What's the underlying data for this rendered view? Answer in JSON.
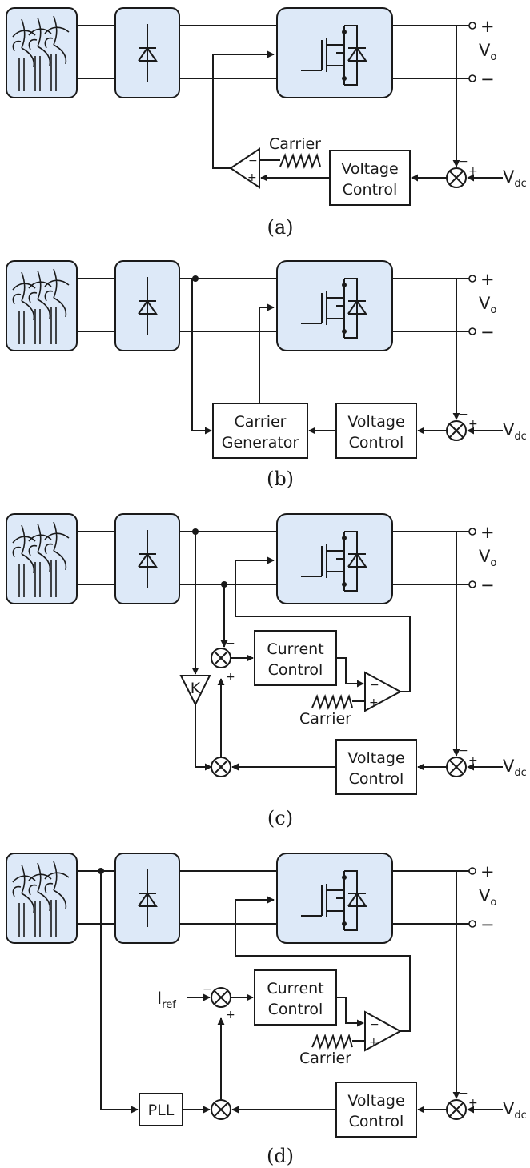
{
  "colors": {
    "block_fill": "#dde9f8",
    "line": "#1a1a1a"
  },
  "icons": [
    "wind-turbine-icon",
    "diode-rectifier-icon",
    "mosfet-converter-icon",
    "summing-junction-icon",
    "multiplier-icon",
    "comparator-icon",
    "gain-block-icon",
    "carrier-wave-icon"
  ],
  "terminals": {
    "plus": "+",
    "minus": "−",
    "vo_main": "V",
    "vo_sub": "o",
    "vdc_main": "V",
    "vdc_sub": "dc"
  },
  "signs": {
    "plus": "+",
    "minus": "−"
  },
  "panels": [
    {
      "caption": "(a)",
      "carrier": "Carrier",
      "voltage_control": [
        "Voltage",
        "Control"
      ]
    },
    {
      "caption": "(b)",
      "carrier_generator": [
        "Carrier",
        "Generator"
      ],
      "voltage_control": [
        "Voltage",
        "Control"
      ]
    },
    {
      "caption": "(c)",
      "current_control": [
        "Current",
        "Control"
      ],
      "carrier": "Carrier",
      "voltage_control": [
        "Voltage",
        "Control"
      ],
      "gain": "K"
    },
    {
      "caption": "(d)",
      "current_control": [
        "Current",
        "Control"
      ],
      "carrier": "Carrier",
      "voltage_control": [
        "Voltage",
        "Control"
      ],
      "pll": "PLL",
      "iref_main": "I",
      "iref_sub": "ref"
    }
  ]
}
